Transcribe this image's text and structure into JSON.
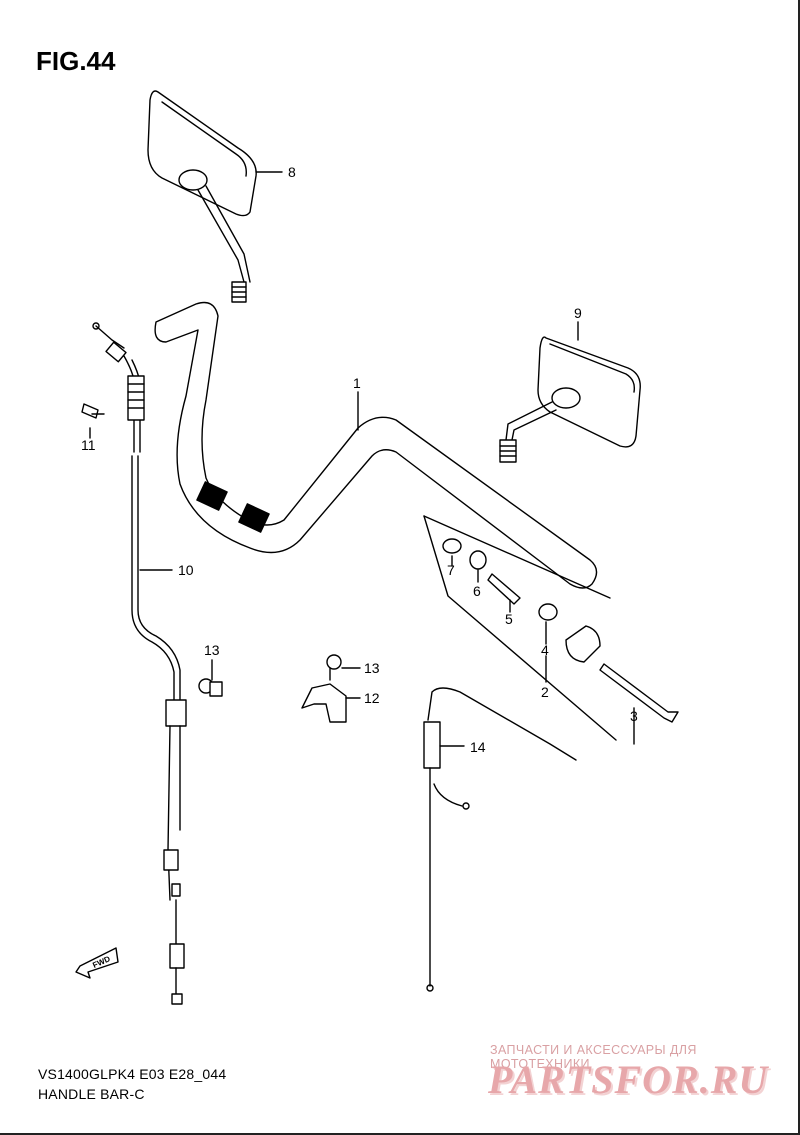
{
  "figure": {
    "title": "FIG.44"
  },
  "callouts": [
    {
      "id": "8",
      "text": "8"
    },
    {
      "id": "9",
      "text": "9"
    },
    {
      "id": "1",
      "text": "1"
    },
    {
      "id": "11",
      "text": "11"
    },
    {
      "id": "10",
      "text": "10"
    },
    {
      "id": "13a",
      "text": "13"
    },
    {
      "id": "13b",
      "text": "13"
    },
    {
      "id": "12",
      "text": "12"
    },
    {
      "id": "7",
      "text": "7"
    },
    {
      "id": "6",
      "text": "6"
    },
    {
      "id": "5",
      "text": "5"
    },
    {
      "id": "4",
      "text": "4"
    },
    {
      "id": "2",
      "text": "2"
    },
    {
      "id": "3",
      "text": "3"
    },
    {
      "id": "14",
      "text": "14"
    }
  ],
  "fwd_label": "FWD",
  "footer": {
    "model_code": "VS1400GLPK4 E03 E28_044",
    "section_name": "HANDLE BAR-C"
  },
  "watermark": {
    "tagline": "ЗАПЧАСТИ И АКСЕССУАРЫ ДЛЯ МОТОТЕХНИКИ",
    "logo": "PARTSFOR.RU"
  }
}
